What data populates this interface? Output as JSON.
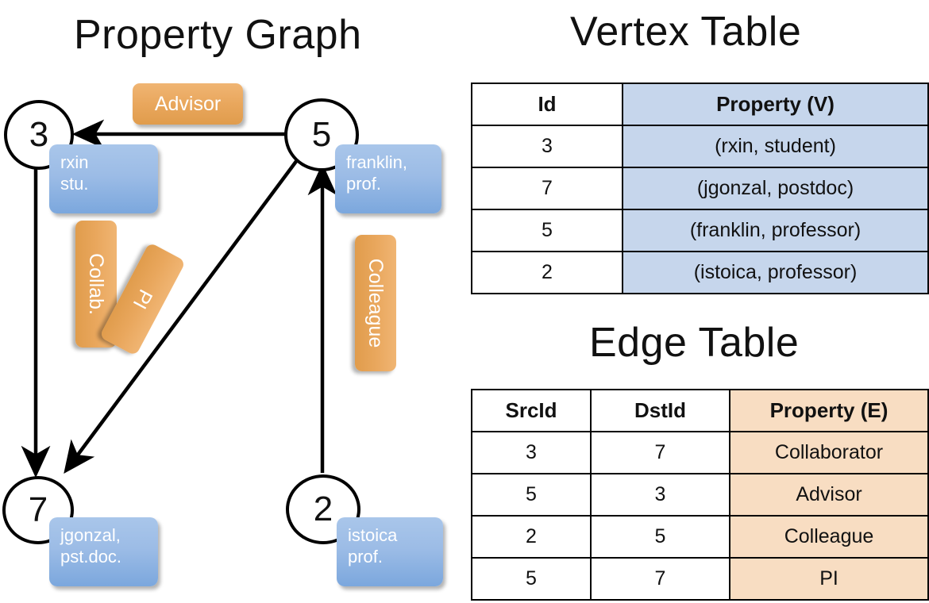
{
  "titles": {
    "property_graph": "Property Graph",
    "vertex_table": "Vertex Table",
    "edge_table": "Edge Table"
  },
  "graph": {
    "nodes": [
      {
        "id": "3",
        "label": "3",
        "property_lines": [
          "rxin",
          "stu."
        ]
      },
      {
        "id": "5",
        "label": "5",
        "property_lines": [
          "franklin,",
          "prof."
        ]
      },
      {
        "id": "7",
        "label": "7",
        "property_lines": [
          "jgonzal,",
          "pst.doc."
        ]
      },
      {
        "id": "2",
        "label": "2",
        "property_lines": [
          "istoica",
          "prof."
        ]
      }
    ],
    "edge_labels": [
      {
        "name": "advisor",
        "text": "Advisor"
      },
      {
        "name": "collab",
        "text": "Collab."
      },
      {
        "name": "pi",
        "text": "PI"
      },
      {
        "name": "colleague",
        "text": "Colleague"
      }
    ],
    "edges": [
      {
        "src": "5",
        "dst": "3",
        "label": "Advisor"
      },
      {
        "src": "3",
        "dst": "7",
        "label": "Collab."
      },
      {
        "src": "5",
        "dst": "7",
        "label": "PI"
      },
      {
        "src": "2",
        "dst": "5",
        "label": "Colleague"
      }
    ]
  },
  "vertex_table": {
    "headers": [
      "Id",
      "Property (V)"
    ],
    "rows": [
      [
        "3",
        "(rxin, student)"
      ],
      [
        "7",
        "(jgonzal, postdoc)"
      ],
      [
        "5",
        "(franklin, professor)"
      ],
      [
        "2",
        "(istoica, professor)"
      ]
    ]
  },
  "edge_table": {
    "headers": [
      "SrcId",
      "DstId",
      "Property (E)"
    ],
    "rows": [
      [
        "3",
        "7",
        "Collaborator"
      ],
      [
        "5",
        "3",
        "Advisor"
      ],
      [
        "2",
        "5",
        "Colleague"
      ],
      [
        "5",
        "7",
        "PI"
      ]
    ]
  },
  "colors": {
    "vertex_property_fill": "#c6d6ec",
    "edge_property_fill": "#f8ddc2",
    "node_property_box": "#9cbce6",
    "edge_label_box": "#e9a75d",
    "background": "#ffffff",
    "stroke": "#000000"
  }
}
